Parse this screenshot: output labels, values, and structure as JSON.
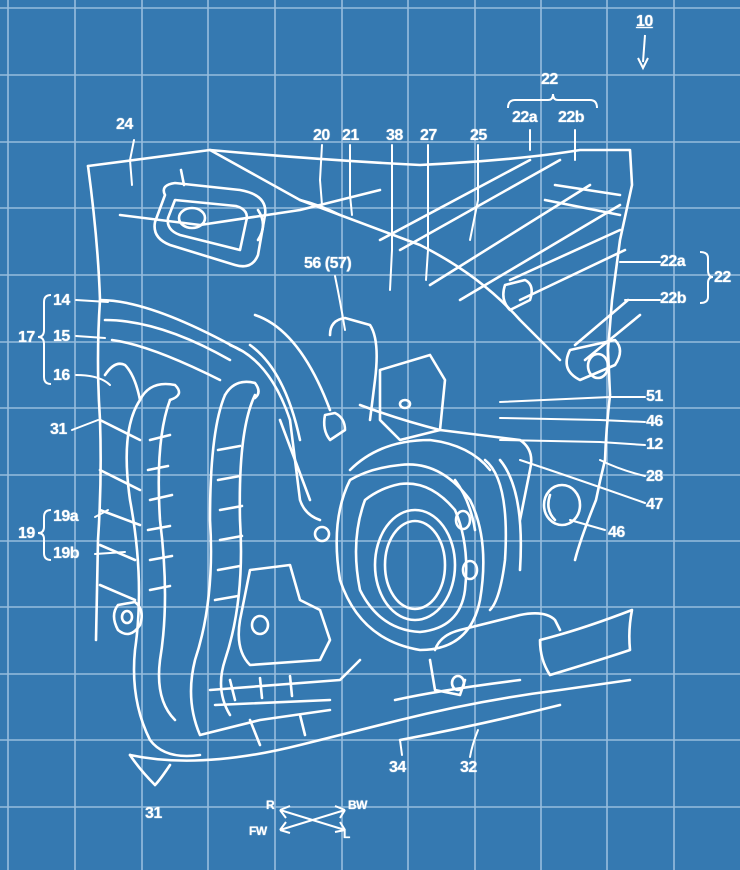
{
  "figure": {
    "figure_number_label": "10",
    "background_color": "#3579b1",
    "grid_color": "#a9c9e6",
    "line_color": "#ffffff"
  },
  "labels": {
    "l10": "10",
    "l22_top": "22",
    "l22a_top": "22a",
    "l22b_top": "22b",
    "l24": "24",
    "l20": "20",
    "l21": "21",
    "l38": "38",
    "l27": "27",
    "l25": "25",
    "l56": "56 (57)",
    "l22a_right": "22a",
    "l22b_right": "22b",
    "l22_right": "22",
    "l14": "14",
    "l15": "15",
    "l16": "16",
    "l17": "17",
    "l31_left": "31",
    "l51": "51",
    "l46_a": "46",
    "l12": "12",
    "l28": "28",
    "l47": "47",
    "l46_b": "46",
    "l19a": "19a",
    "l19b": "19b",
    "l19": "19",
    "l34": "34",
    "l32": "32",
    "l31_bottom": "31"
  },
  "direction_indicator": {
    "r": "R",
    "bw": "BW",
    "fw": "FW",
    "l": "L"
  }
}
